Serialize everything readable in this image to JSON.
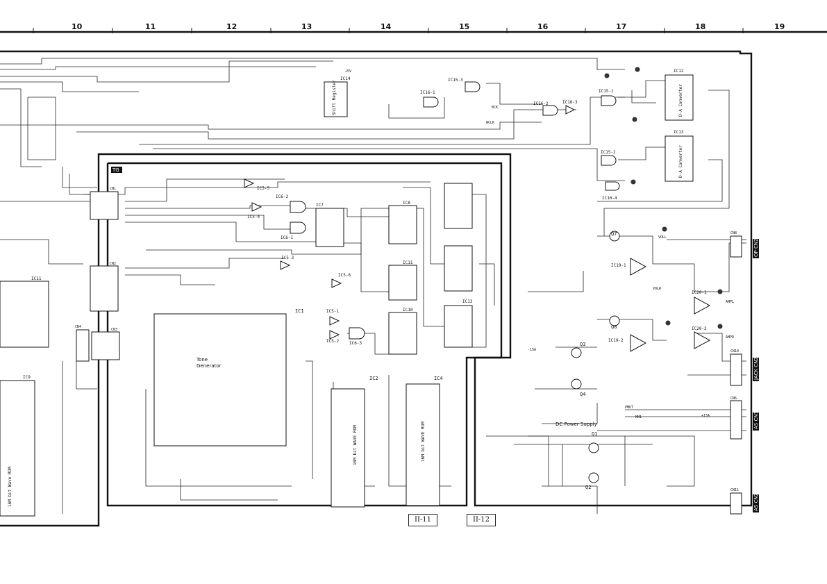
{
  "ruler": {
    "columns": [
      "10",
      "11",
      "12",
      "13",
      "14",
      "15",
      "16",
      "17",
      "18",
      "19"
    ]
  },
  "board_tag": "TG",
  "page_refs": [
    "II-11",
    "II-12"
  ],
  "blocks": {
    "tone_generator": {
      "ref": "IC1",
      "line1": "Tone",
      "line2": "Generator"
    },
    "wave_rom_left": {
      "ref": "IC9",
      "label": "16M bit Wave ROM"
    },
    "wave_rom_ic2": {
      "ref": "IC2",
      "label": "16M bit WAVE ROM"
    },
    "wave_rom_ic4": {
      "ref": "IC4",
      "label": "16M bit WAVE ROM"
    },
    "shift_register": {
      "ref": "IC14",
      "label": "Shift Register"
    },
    "dac_ic12": {
      "ref": "IC12",
      "label": "D-A Converter"
    },
    "dac_ic13": {
      "ref": "IC13",
      "label": "D-A Converter"
    },
    "dc_power": {
      "label": "DC Power Supply"
    },
    "ic11": {
      "ref": "IC11"
    },
    "ic8": {
      "ref": "IC8"
    },
    "ic10": {
      "ref": "IC10"
    },
    "ic7": {
      "ref": "IC7"
    },
    "ic13b": {
      "ref": "IC13"
    },
    "ic11b": {
      "ref": "IC11"
    }
  },
  "gate_labels": [
    "IC5-5",
    "IC6-2",
    "IC5-4",
    "IC6-1",
    "IC5-3",
    "IC5-6",
    "IC5-1",
    "IC5-2",
    "IC6-3",
    "IC16-1",
    "IC15-3",
    "IC16-2",
    "IC16-3",
    "IC15-1",
    "IC15-2",
    "IC16-4",
    "IC19-1",
    "IC19-2",
    "IC20-1",
    "IC20-2"
  ],
  "transistors": [
    "Q1",
    "Q2",
    "Q3",
    "Q4",
    "Q7",
    "Q8"
  ],
  "connectors": [
    {
      "ref": "CN1"
    },
    {
      "ref": "CN2"
    },
    {
      "ref": "CN3"
    },
    {
      "ref": "CN4"
    },
    {
      "ref": "CN6"
    },
    {
      "ref": "CN8"
    },
    {
      "ref": "CN10"
    },
    {
      "ref": "CN11"
    }
  ],
  "side_tags": [
    "OP CN2",
    "JACK CN2",
    "AS CN1",
    "AS CN2"
  ],
  "net_labels": {
    "amp_l": "AMPL",
    "amp_r": "AMPR",
    "pmut": "PMUT",
    "nm1": "NM1",
    "vdd": "+5V",
    "neg": "-15A",
    "pos": "+15A",
    "volr": "VOLR",
    "voll": "VOLL",
    "bck": "BCK",
    "wclk": "WCLK"
  },
  "colors": {
    "ink": "#111111",
    "paper": "#ffffff"
  }
}
